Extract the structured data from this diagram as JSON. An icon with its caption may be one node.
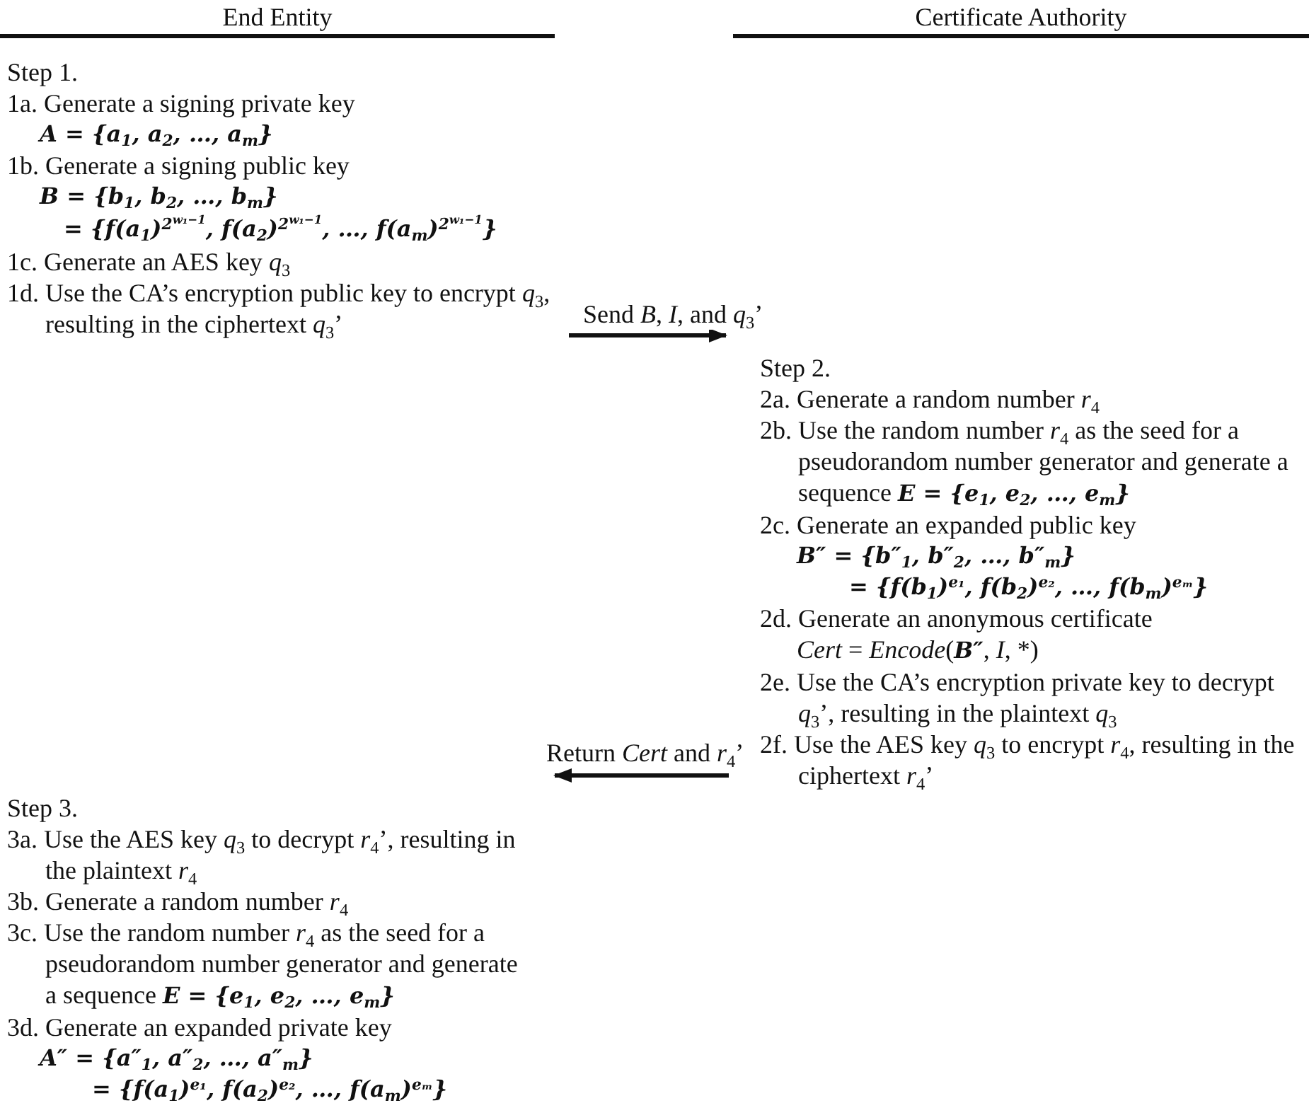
{
  "diagram": {
    "nodes": [
      {
        "text": [
          "Step 1.",
          "1a. Generate a signing private key",
          "A = {a$_{1}$, a$_{2}$, …, a$_{m}$}",
          "1b. Generate a signing public key",
          "B = {b$_{1}$, b$_{2}$, …, b$_{m}$}",
          "= {f(a$_{1}$)$^{2}$$^{w₁−1}$, f(a$_{2}$)$^{2}$$^{w₁−1}$, …, f(a$_{m}$)$^{2}$$^{w₁−1}$}",
          "1c. Generate an AES key *q*$_{3}$",
          "1d. Use the CA’s encryption public key to encrypt *q*$_{3}$, resulting in the ciphertext *q*$_{3}$’"
        ]
      },
      {
        "text": [
          "Step 2.",
          "2a. Generate a random number *r*$_{4}$",
          "2b. Use the random number *r*$_{4}$ as the seed for a pseudorandom number generator and generate a sequence **E = {e$_{1}$, e$_{2}$, …, e$_{m}$}**",
          "2c. Generate an expanded public key",
          "B″ = {b″$_{1}$, b″$_{2}$, …, b″$_{m}$}",
          "= {f(b$_{1}$)$^{e₁}$, f(b$_{2}$)$^{e₂}$, …, f(b$_{m}$)$^{eₘ}$}",
          "2d. Generate an anonymous certificate",
          "*Cert* = *Encode*(**B″**, *I*, *)",
          "2e. Use the CA’s encryption private key to decrypt *q*$_{3}$’, resulting in the plaintext *q*$_{3}$",
          "2f. Use the AES key *q*$_{3}$ to encrypt *r*$_{4}$, resulting in the ciphertext *r*$_{4}$’"
        ]
      },
      {
        "text": [
          "Step 3.",
          "3a. Use the AES key *q*$_{3}$ to decrypt *r*$_{4}$’, resulting in the plaintext *r*$_{4}$",
          "3b. Generate a random number *r*$_{4}$",
          "3c. Use the random number *r*$_{4}$ as the seed for a pseudorandom number generator and generate a sequence **E = {e$_{1}$, e$_{2}$, …, e$_{m}$}**",
          "3d. Generate an expanded private key",
          "A″ = {a″$_{1}$, a″$_{2}$, …, a″$_{m}$}",
          "= {f(a$_{1}$)$^{e₁}$, f(a$_{2}$)$^{e₂}$, …, f(a$_{m}$)$^{eₘ}$}"
        ]
      }
    ],
    "edges": [
      {
        "from": 0,
        "to": 1,
        "arrow": "to",
        "label": "Send *B*, *I*, and *q*$_{3}$’"
      },
      {
        "from": 1,
        "to": 2,
        "arrow": "to",
        "label": "Return *Cert* and *r*$_{4}$’"
      }
    ],
    "labels": [
      "End Entity",
      "Certificate Authority"
    ]
  }
}
